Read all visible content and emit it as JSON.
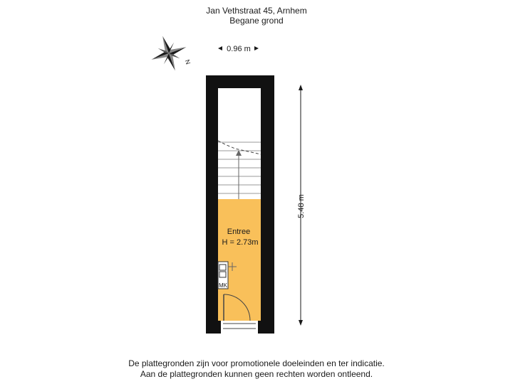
{
  "header": {
    "address": "Jan Vethstraat 45, Arnhem",
    "floor": "Begane grond"
  },
  "dimensions": {
    "width": "0.96 m",
    "length": "5.48 m"
  },
  "room": {
    "name": "Entree",
    "height": "H = 2.73m",
    "color": "#f9c05a"
  },
  "compass": {
    "north_label": "N",
    "icon": "compass-rose-icon"
  },
  "meter_cupboard_label": "MK",
  "footer": {
    "line1": "De plattegronden zijn voor promotionele doeleinden en ter indicatie.",
    "line2": "Aan de plattegronden kunnen geen rechten worden ontleend."
  }
}
